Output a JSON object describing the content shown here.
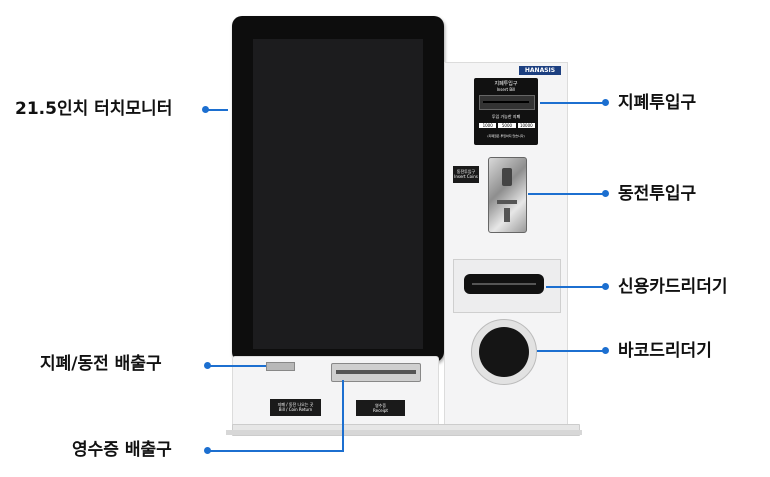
{
  "callouts": {
    "monitor": "21.5인치 터치모니터",
    "bill_slot": "지폐투입구",
    "coin_slot": "동전투입구",
    "card_reader": "신용카드리더기",
    "barcode_reader": "바코드리더기",
    "change_out": "지폐/동전 배출구",
    "receipt_out": "영수증 배출구"
  },
  "kiosk": {
    "brand": "HANASIS",
    "bill_panel": {
      "title_ko": "지폐투입구",
      "title_en": "Insert Bill",
      "note": "투입 가능한 지폐",
      "denominations": [
        "1000",
        "5000",
        "10000"
      ],
      "footer": "(지폐권은 투입하지 않습니다)"
    },
    "coin_panel": {
      "title_ko": "동전투입구",
      "title_en": "Insert Coins"
    },
    "change_sticker": {
      "title_ko": "지폐 / 동전 나오는 곳",
      "title_en": "Bill / Coin Return"
    },
    "receipt_sticker": {
      "title_ko": "영수증",
      "title_en": "Receipt"
    }
  },
  "colors": {
    "accent": "#1c6fd0",
    "body": "#f4f4f5",
    "bezel": "#0d0d0d",
    "screen": "#1c1c1e"
  }
}
